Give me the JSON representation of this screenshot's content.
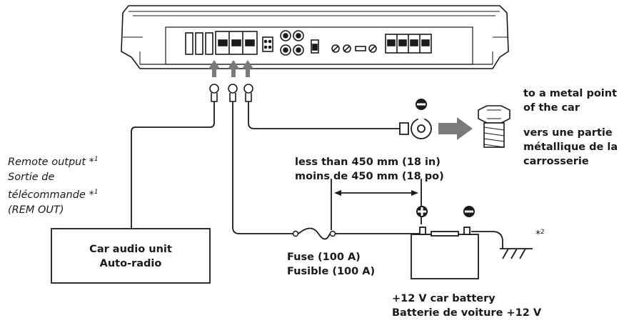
{
  "labels": {
    "metal_point_en_1": "to a metal point",
    "metal_point_en_2": "of the car",
    "metal_point_fr_1": "vers une partie",
    "metal_point_fr_2": "métallique de la",
    "metal_point_fr_3": "carrosserie",
    "distance_en": "less than 450 mm (18 in)",
    "distance_fr": "moins de 450 mm (18 po)",
    "remote_1": "Remote output ",
    "remote_note": "1",
    "remote_2": "Sortie de",
    "remote_3": "télécommande ",
    "remote_3_note": "1",
    "remote_4": "(REM OUT)",
    "unit_en": "Car audio unit",
    "unit_fr": "Auto-radio",
    "fuse_en": "Fuse (100 A)",
    "fuse_fr": "Fusible (100 A)",
    "battery_en": "+12 V car battery",
    "battery_fr": "Batterie de voiture +12 V",
    "ground_note": "2",
    "star_symbol": "*"
  },
  "colors": {
    "line": "#1a1a1a",
    "arrow_gray": "#7a7a7a"
  }
}
